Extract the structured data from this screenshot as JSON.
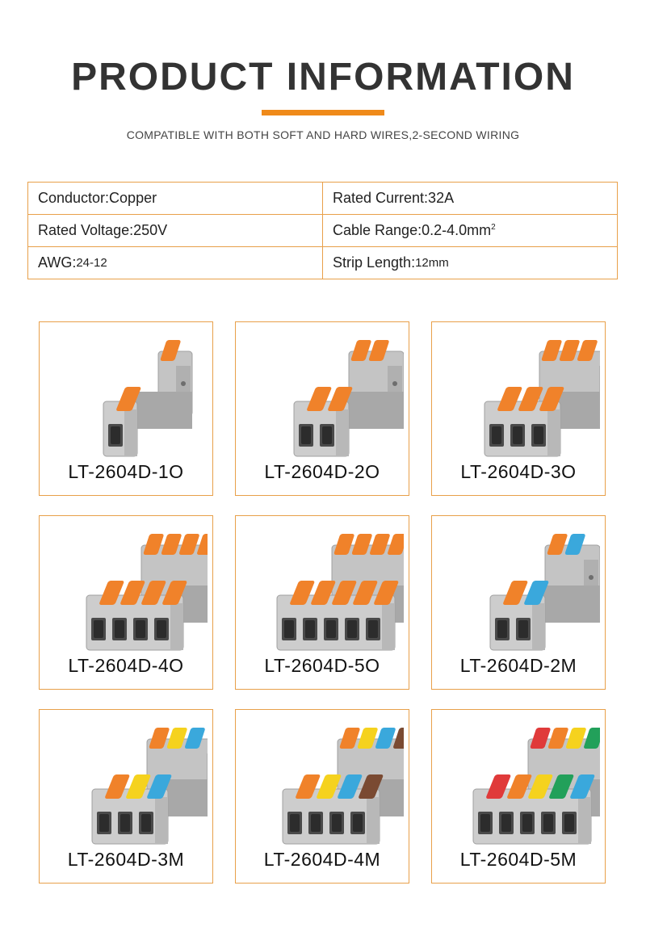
{
  "header": {
    "title": "PRODUCT INFORMATION",
    "subtitle": "COMPATIBLE WITH BOTH SOFT AND HARD WIRES,2-SECOND WIRING",
    "accent_color": "#ef8a1a"
  },
  "specs": {
    "conductor": "Conductor:Copper",
    "rated_current": "Rated Current:32A",
    "rated_voltage": "Rated Voltage:250V",
    "cable_range_label": "Cable Range:0.2-4.0mm",
    "cable_range_sup": "2",
    "awg_label": "AWG:",
    "awg_value": "24-12",
    "strip_label": "Strip Length:",
    "strip_value": "12mm"
  },
  "products": [
    {
      "model": "LT-2604D-1O",
      "levers": [
        "orange"
      ]
    },
    {
      "model": "LT-2604D-2O",
      "levers": [
        "orange",
        "orange"
      ]
    },
    {
      "model": "LT-2604D-3O",
      "levers": [
        "orange",
        "orange",
        "orange"
      ]
    },
    {
      "model": "LT-2604D-4O",
      "levers": [
        "orange",
        "orange",
        "orange",
        "orange"
      ]
    },
    {
      "model": "LT-2604D-5O",
      "levers": [
        "orange",
        "orange",
        "orange",
        "orange",
        "orange"
      ]
    },
    {
      "model": "LT-2604D-2M",
      "levers": [
        "orange",
        "blue"
      ]
    },
    {
      "model": "LT-2604D-3M",
      "levers": [
        "orange",
        "yellow",
        "blue"
      ]
    },
    {
      "model": "LT-2604D-4M",
      "levers": [
        "orange",
        "yellow",
        "blue",
        "brown"
      ]
    },
    {
      "model": "LT-2604D-5M",
      "levers": [
        "red",
        "orange",
        "yellow",
        "green",
        "blue"
      ]
    }
  ],
  "colors": {
    "orange": "#f0822a",
    "blue": "#3aa8dc",
    "yellow": "#f5d21e",
    "brown": "#7a4a32",
    "red": "#e03a3a",
    "green": "#22a05a",
    "housing": "#b9b9b9",
    "border": "#e8a04a"
  }
}
